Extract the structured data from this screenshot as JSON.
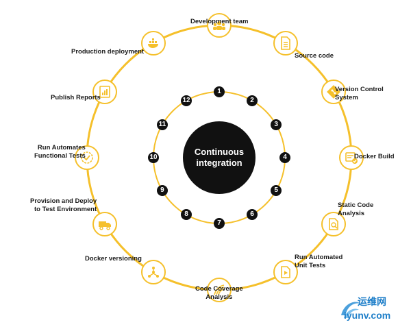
{
  "center": {
    "line1": "Continuous",
    "line2": "integration"
  },
  "numbers": [
    "1",
    "2",
    "3",
    "4",
    "5",
    "6",
    "7",
    "8",
    "9",
    "10",
    "11",
    "12"
  ],
  "steps": [
    {
      "id": "development-team",
      "lines": [
        "Development team"
      ],
      "icon": "team-icon"
    },
    {
      "id": "source-code",
      "lines": [
        "Source code"
      ],
      "icon": "document-icon"
    },
    {
      "id": "version-control-system",
      "lines": [
        "Version Control",
        "System"
      ],
      "icon": "git-icon"
    },
    {
      "id": "docker-build",
      "lines": [
        "Docker Build"
      ],
      "icon": "build-check-icon"
    },
    {
      "id": "static-code-analysis",
      "lines": [
        "Static Code",
        "Analysis"
      ],
      "icon": "file-analysis-icon"
    },
    {
      "id": "run-automated-unit-tests",
      "lines": [
        "Run Automated",
        "Unit Tests"
      ],
      "icon": "play-file-icon"
    },
    {
      "id": "code-coverage-analysis",
      "lines": [
        "Code Coverage",
        "Analysis"
      ],
      "icon": "coverage-icon"
    },
    {
      "id": "docker-versioning",
      "lines": [
        "Docker versioning"
      ],
      "icon": "version-branch-icon"
    },
    {
      "id": "provision-deploy-test",
      "lines": [
        "Provision and Deploy",
        "to Test Environment"
      ],
      "icon": "truck-icon"
    },
    {
      "id": "run-automates-functional-tests",
      "lines": [
        "Run Automates",
        "Functional Tests"
      ],
      "icon": "check-badge-icon"
    },
    {
      "id": "publish-reports",
      "lines": [
        "Publish Reports"
      ],
      "icon": "report-icon"
    },
    {
      "id": "production-deployment",
      "lines": [
        "Production deployment"
      ],
      "icon": "docker-whale-icon"
    }
  ],
  "colors": {
    "ring": "#f5c02b",
    "dark": "#111111",
    "brand": "#1f7fc9"
  },
  "watermark": {
    "name": "运维网",
    "url": "iyunv.com"
  }
}
